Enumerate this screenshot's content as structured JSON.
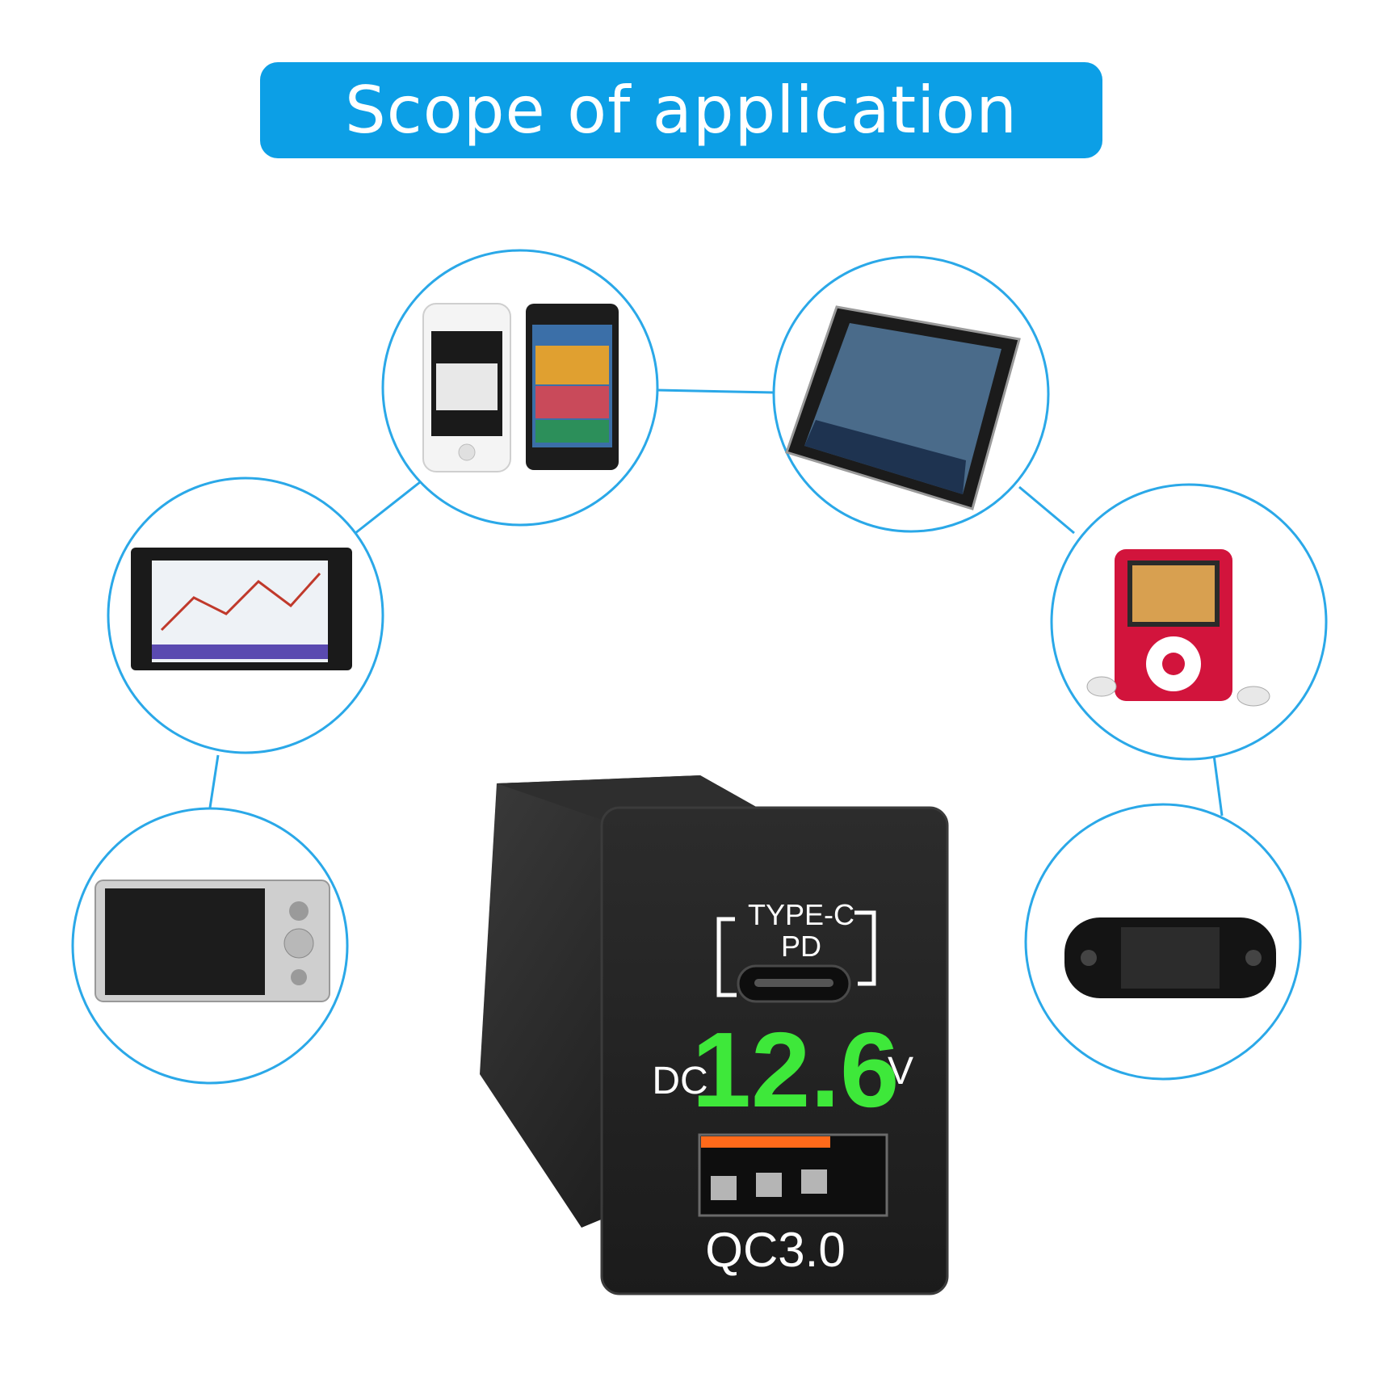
{
  "banner": {
    "title": "Scope of application"
  },
  "devices": [
    {
      "name": "smartphones"
    },
    {
      "name": "tablet"
    },
    {
      "name": "gps-navigator"
    },
    {
      "name": "mp3-player"
    },
    {
      "name": "digital-camera"
    },
    {
      "name": "handheld-game-console"
    }
  ],
  "product": {
    "typec_label": "TYPE-C",
    "pd_label": "PD",
    "dc_label": "DC",
    "voltage": "12.6",
    "unit": "V",
    "usb_label": "QC3.0"
  },
  "colors": {
    "accent": "#0c9fe6",
    "circle_line": "#2aa8e8",
    "display_green": "#3ee83a",
    "usb_port_orange": "#ff6a1a"
  }
}
